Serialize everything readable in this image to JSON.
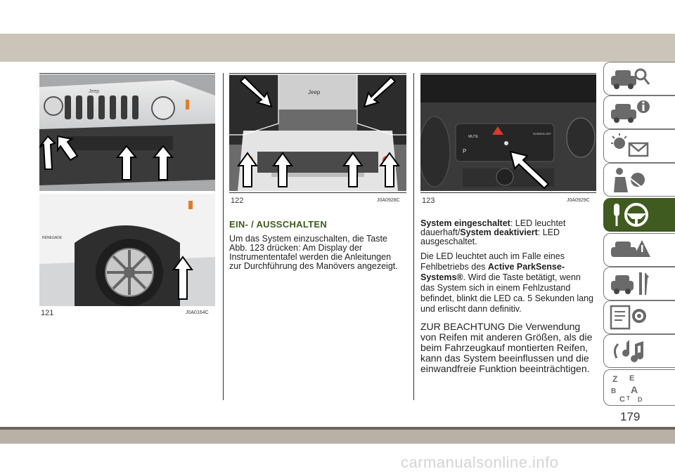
{
  "figures": [
    {
      "number": "121",
      "code": "J0A0164C"
    },
    {
      "number": "122",
      "code": "J0A0928C"
    },
    {
      "number": "123",
      "code": "J0A0929C"
    }
  ],
  "section": {
    "heading": "EIN- / AUSSCHALTEN",
    "paragraph": "Um das System einzuschalten, die Taste Abb. 123 drücken: Am Display der Instrumententafel werden die Anleitungen zur Durchführung des Manövers angezeigt."
  },
  "right_column": {
    "p1_b1": "System eingeschaltet",
    "p1_t1": ": LED leuchtet dauerhaft/",
    "p1_b2": "System deaktiviert",
    "p1_t2": ": LED ausgeschaltet.",
    "p2_t1": "Die LED leuchtet auch im Falle eines Fehlbetriebs des ",
    "p2_b1": "Active ParkSense-Systems®",
    "p2_t2": ". Wird die Taste betätigt, wenn das System sich in einem Fehlzustand befindet, blinkt die LED ca. 5 Sekunden lang und erlischt dann definitiv.",
    "note": "ZUR BEACHTUNG Die Verwendung von Reifen mit anderen Größen, als die beim Fahrzeugkauf montierten Reifen, kann das System beeinflussen und die einwandfreie Funktion beeinträchtigen."
  },
  "photo_labels": {
    "jeep_badge": "Jeep",
    "renegade_badge": "RENEGADE",
    "btn_mute": "MUTE",
    "btn_park": "P",
    "btn_screen": "SCREEN OFF"
  },
  "sidebar": {
    "items": [
      {
        "icon": "car-search-icon"
      },
      {
        "icon": "car-info-icon"
      },
      {
        "icon": "warning-lights-icon"
      },
      {
        "icon": "safety-airbag-icon"
      },
      {
        "icon": "steering-key-icon",
        "active": true
      },
      {
        "icon": "car-emergency-icon"
      },
      {
        "icon": "car-service-icon"
      },
      {
        "icon": "technical-data-icon"
      },
      {
        "icon": "multimedia-icon"
      },
      {
        "icon": "index-icon"
      }
    ]
  },
  "page_number": "179",
  "watermark": "carmanualsonline.info",
  "colors": {
    "accent": "#3f5b1f",
    "band": "#cbc4b9"
  }
}
